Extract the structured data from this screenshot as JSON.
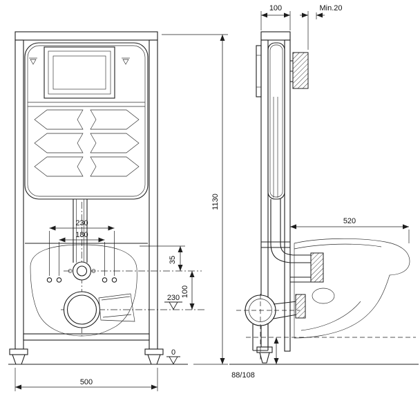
{
  "drawing": {
    "type": "installation-frame-technical-drawing",
    "colors": {
      "line": "#1d1d1d",
      "background": "#ffffff"
    }
  },
  "front_view": {
    "dim_frame_width": "500",
    "dim_frame_height": "1130",
    "dim_rod_spacing_outer": "230",
    "dim_rod_spacing_inner": "180",
    "dim_flush_offset": "35",
    "dim_flush_to_outlet": "100",
    "level_outlet": "230",
    "level_floor": "0"
  },
  "side_view": {
    "dim_frame_depth": "100",
    "dim_wall_anchor_min": "Min.20",
    "dim_bowl_depth": "520",
    "dim_drain_height": "88/108"
  }
}
